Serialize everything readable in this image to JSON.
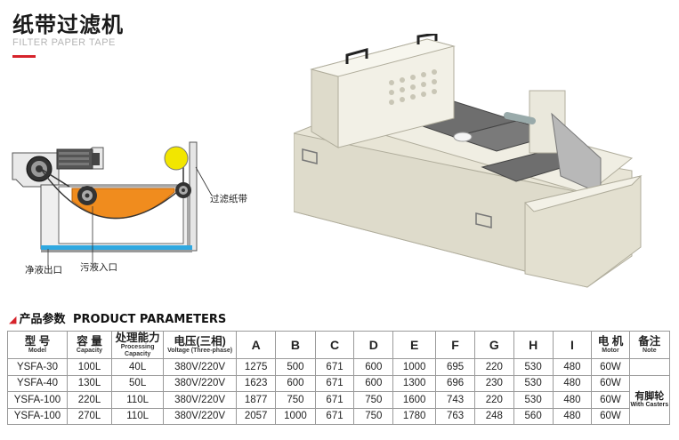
{
  "header": {
    "title": "纸带过滤机",
    "subtitle": "FILTER PAPER TAPE"
  },
  "diagram": {
    "label_filter_paper": "过滤纸带",
    "label_clean_outlet": "净液出口",
    "label_dirty_inlet": "污液入口"
  },
  "params": {
    "heading_cn": "产品参数",
    "heading_en": "PRODUCT PARAMETERS",
    "columns": [
      {
        "cn": "型 号",
        "en": "Model"
      },
      {
        "cn": "容 量",
        "en": "Capacity"
      },
      {
        "cn": "处理能力",
        "en": "Processing Capacity"
      },
      {
        "cn": "电压(三相)",
        "en": "Voltage (Three-phase)"
      },
      {
        "cn": "A",
        "en": ""
      },
      {
        "cn": "B",
        "en": ""
      },
      {
        "cn": "C",
        "en": ""
      },
      {
        "cn": "D",
        "en": ""
      },
      {
        "cn": "E",
        "en": ""
      },
      {
        "cn": "F",
        "en": ""
      },
      {
        "cn": "G",
        "en": ""
      },
      {
        "cn": "H",
        "en": ""
      },
      {
        "cn": "I",
        "en": ""
      },
      {
        "cn": "电 机",
        "en": "Motor"
      },
      {
        "cn": "备注",
        "en": "Note"
      }
    ],
    "rows": [
      [
        "YSFA-30",
        "100L",
        "40L",
        "380V/220V",
        "1275",
        "500",
        "671",
        "600",
        "1000",
        "695",
        "220",
        "530",
        "480",
        "60W"
      ],
      [
        "YSFA-40",
        "130L",
        "50L",
        "380V/220V",
        "1623",
        "600",
        "671",
        "600",
        "1300",
        "696",
        "230",
        "530",
        "480",
        "60W"
      ],
      [
        "YSFA-100",
        "220L",
        "110L",
        "380V/220V",
        "1877",
        "750",
        "671",
        "750",
        "1600",
        "743",
        "220",
        "530",
        "480",
        "60W"
      ],
      [
        "YSFA-100",
        "270L",
        "110L",
        "380V/220V",
        "2057",
        "1000",
        "671",
        "750",
        "1780",
        "763",
        "248",
        "560",
        "480",
        "60W"
      ]
    ],
    "note_cn": "有脚轮",
    "note_en": "With Casters"
  },
  "colors": {
    "accent": "#d6232b",
    "fluid": "#f08c1e",
    "clean_tank": "#2fa8e0",
    "paper_roll": "#f2e600",
    "machine_body": "#ece9dc"
  }
}
